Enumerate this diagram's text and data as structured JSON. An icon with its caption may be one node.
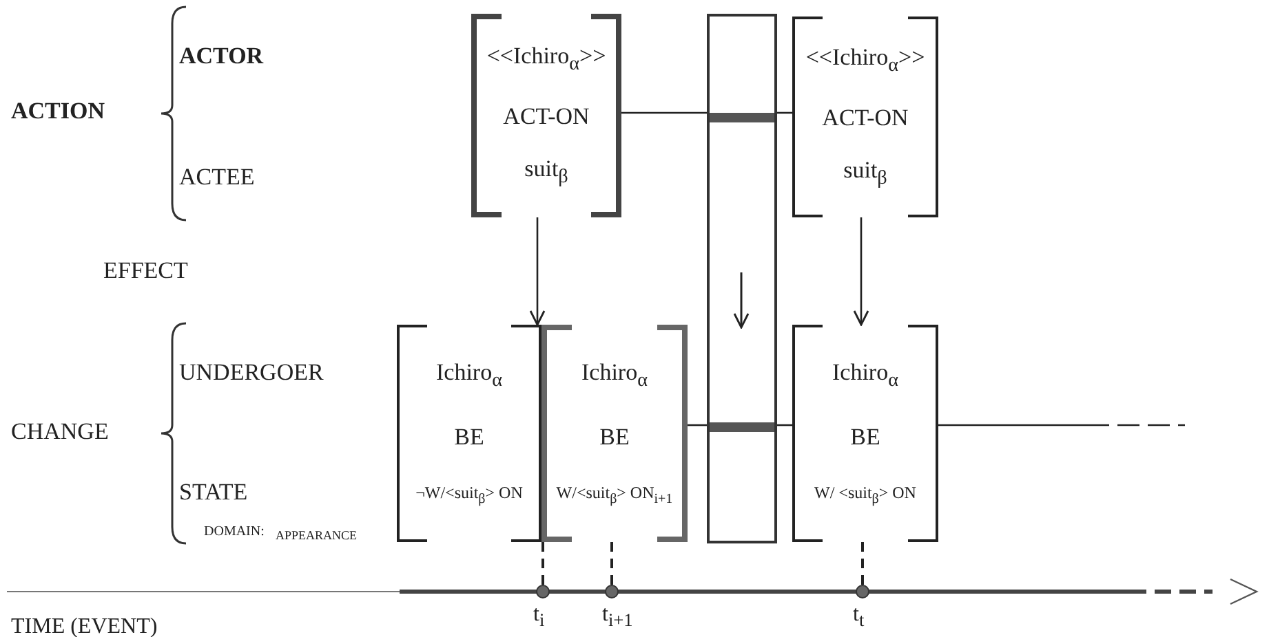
{
  "diagram": {
    "nodes": [
      {
        "text": [
          "<<Ichiro$_{α}$>>",
          "ACT-ON",
          "suit$_{β}$"
        ]
      },
      {
        "text": [],
        "shape": "box"
      },
      {
        "text": [
          "<<Ichiro$_{α}$>>",
          "ACT-ON",
          "suit$_{β}$"
        ]
      },
      {
        "text": [
          "Ichiro$_{α}$",
          "BE",
          "¬W/<suit$_{β}$> ON"
        ]
      },
      {
        "text": [
          "Ichiro$_{α}$",
          "BE",
          "W/<suit$_{β}$> ON$_{i+1}$"
        ]
      },
      {
        "text": [
          "Ichiro$_{α}$",
          "BE",
          "W/ <suit$_{β}$> ON"
        ]
      },
      {
        "text": [],
        "shape": "circle",
        "beside": [
          "t$_{i}$"
        ]
      },
      {
        "text": [],
        "shape": "circle",
        "beside": [
          "t$_{i+1}$"
        ]
      },
      {
        "text": [],
        "shape": "circle",
        "beside": [
          "t$_{t}$"
        ]
      }
    ],
    "edges": [
      {
        "from": 0,
        "to": 1,
        "arrow": "none"
      },
      {
        "from": 1,
        "to": 2,
        "arrow": "none"
      },
      {
        "from": 4,
        "to": 1,
        "arrow": "none"
      },
      {
        "from": 1,
        "to": 5,
        "arrow": "none"
      },
      {
        "from": 5,
        "to": null,
        "arrow": "none",
        "style": "dashed"
      },
      {
        "from": 0,
        "to": 3,
        "arrow": "to"
      },
      {
        "from": 2,
        "to": 5,
        "arrow": "to"
      },
      {
        "from": 3,
        "to": 6,
        "arrow": "none",
        "style": "dashed"
      },
      {
        "from": 4,
        "to": 7,
        "arrow": "none",
        "style": "dashed"
      },
      {
        "from": 5,
        "to": 8,
        "arrow": "none",
        "style": "dashed"
      }
    ],
    "labels": [
      "ACTOR",
      "ACTION",
      "ACTEE",
      "EFFECT",
      "UNDERGOER",
      "CHANGE",
      "STATE",
      "DOMAIN:",
      "APPEARANCE",
      "TIME (EVENT)"
    ]
  }
}
